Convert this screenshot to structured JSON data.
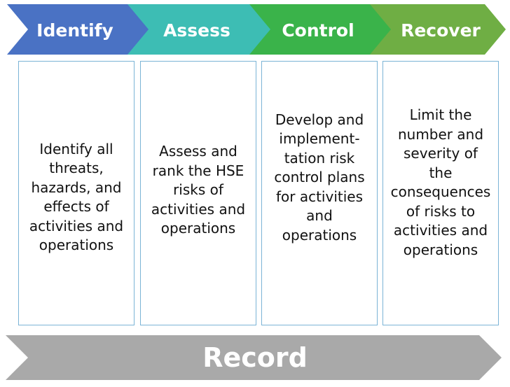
{
  "stages": [
    {
      "label": "Identify",
      "color": "#4a72c4",
      "description": "Identify all\nthreats,\nhazards, and\neffects of\nactivities and\noperations"
    },
    {
      "label": "Assess",
      "color": "#3dbdb4",
      "description": "Assess and\nrank the HSE\nrisks of\nactivities and\noperations"
    },
    {
      "label": "Control",
      "color": "#3ab34a",
      "description": "Develop and\nimplement-\ntation risk\ncontrol plans\nfor activities\nand\noperations"
    },
    {
      "label": "Recover",
      "color": "#6fae44",
      "description": "Limit the\nnumber and\nseverity of\nthe\nconsequences\nof risks to\nactivities and\noperations"
    }
  ],
  "record": {
    "label": "Record",
    "color": "#a9a9a9"
  }
}
